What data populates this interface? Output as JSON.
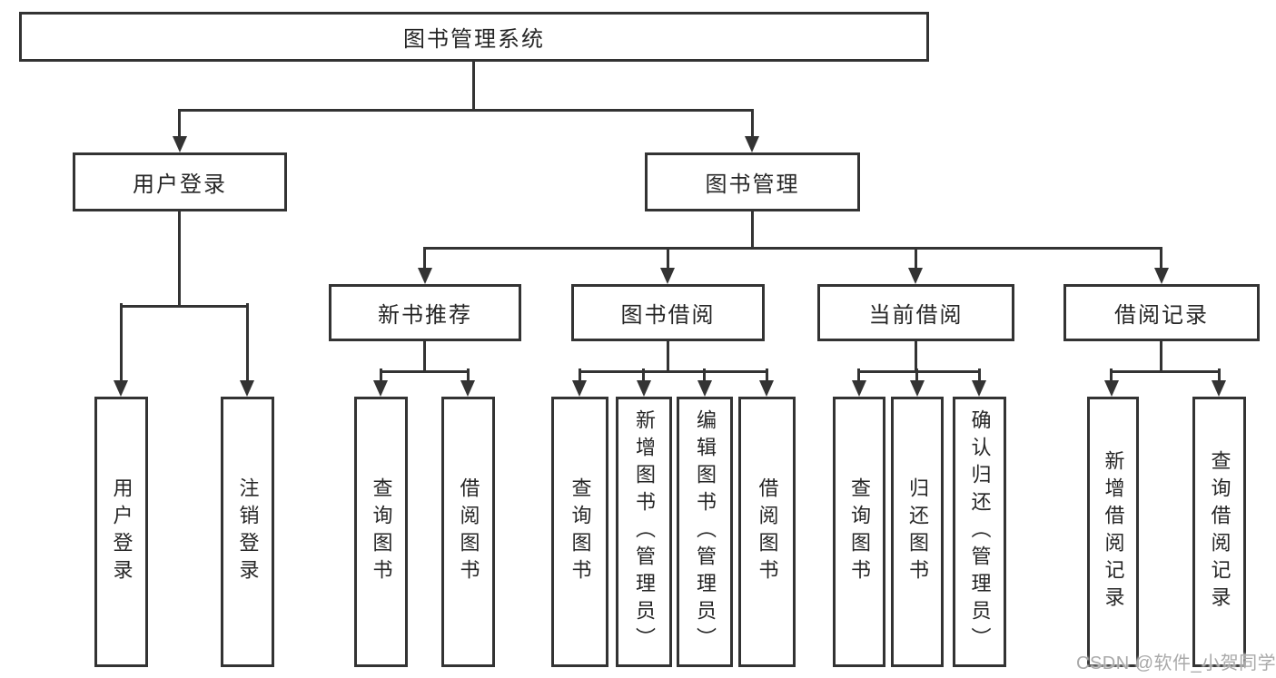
{
  "diagram": {
    "title": "图书管理系统",
    "level2": [
      {
        "label": "用户登录"
      },
      {
        "label": "图书管理"
      }
    ],
    "level3": [
      {
        "label": "新书推荐"
      },
      {
        "label": "图书借阅"
      },
      {
        "label": "当前借阅"
      },
      {
        "label": "借阅记录"
      }
    ],
    "leaves": [
      {
        "label": "用户登录"
      },
      {
        "label": "注销登录"
      },
      {
        "label": "查询图书"
      },
      {
        "label": "借阅图书"
      },
      {
        "label": "查询图书"
      },
      {
        "label": "新增图书（管理员）"
      },
      {
        "label": "编辑图书（管理员）"
      },
      {
        "label": "借阅图书"
      },
      {
        "label": "查询图书"
      },
      {
        "label": "归还图书"
      },
      {
        "label": "确认归还（管理员）"
      },
      {
        "label": "新增借阅记录"
      },
      {
        "label": "查询借阅记录"
      }
    ],
    "colors": {
      "line": "#333333",
      "text": "#262626",
      "background": "#ffffff"
    }
  },
  "watermark": {
    "text": "CSDN @软件_小贺同学",
    "color": "#a9a9a9"
  }
}
